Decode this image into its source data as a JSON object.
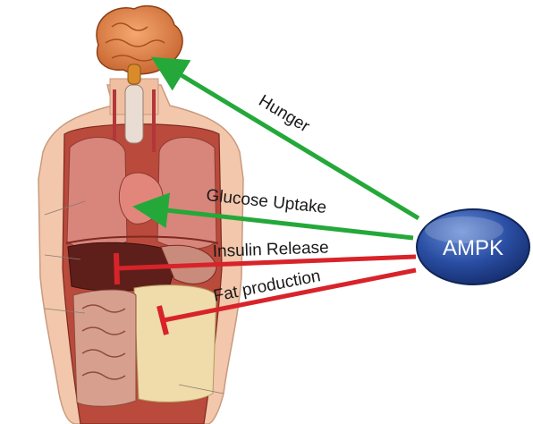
{
  "center_node": {
    "label": "AMPK",
    "fill": "#1f3f8c",
    "text_color": "#ffffff"
  },
  "effects": [
    {
      "label": "Hunger",
      "kind": "activate",
      "color": "#25a83a"
    },
    {
      "label": "Glucose Uptake",
      "kind": "activate",
      "color": "#25a83a"
    },
    {
      "label": "Insulin Release",
      "kind": "inhibit",
      "color": "#d8232a"
    },
    {
      "label": "Fat production",
      "kind": "inhibit",
      "color": "#d8232a"
    }
  ],
  "illustration": {
    "subject": "human torso anatomy with brain",
    "icons": [
      "brain-icon",
      "torso-anatomy-icon"
    ]
  }
}
